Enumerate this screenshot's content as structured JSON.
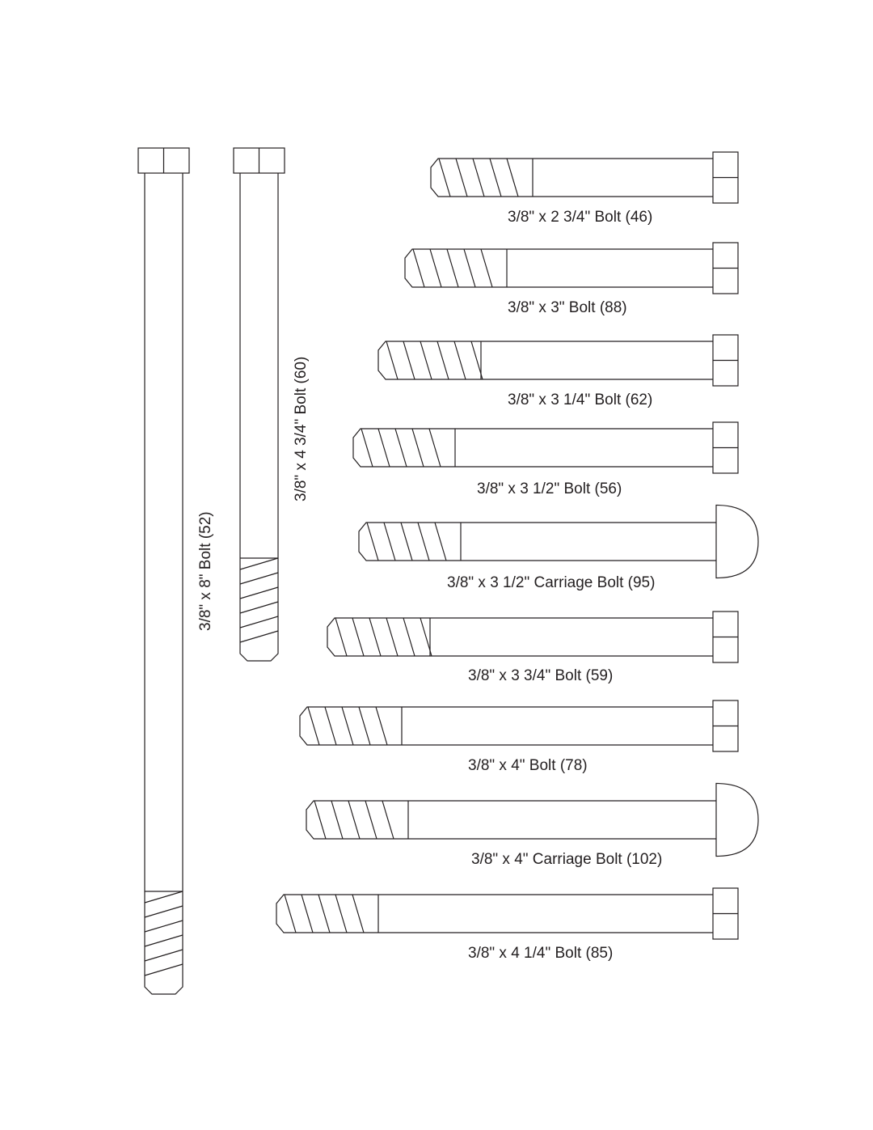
{
  "diagram": {
    "line_color": "#231f20",
    "background": "#ffffff",
    "bolts": [
      {
        "id": "bolt-46",
        "label": "3/8\" x 2 3/4\" Bolt (46)",
        "head": "hex",
        "orientation": "horizontal"
      },
      {
        "id": "bolt-88",
        "label": "3/8\" x 3\" Bolt (88)",
        "head": "hex",
        "orientation": "horizontal"
      },
      {
        "id": "bolt-62",
        "label": "3/8\" x 3 1/4\" Bolt (62)",
        "head": "hex",
        "orientation": "horizontal"
      },
      {
        "id": "bolt-56",
        "label": "3/8\" x 3 1/2\" Bolt (56)",
        "head": "hex",
        "orientation": "horizontal"
      },
      {
        "id": "bolt-95",
        "label": "3/8\" x 3 1/2\" Carriage Bolt (95)",
        "head": "carriage",
        "orientation": "horizontal"
      },
      {
        "id": "bolt-59",
        "label": "3/8\" x 3 3/4\" Bolt (59)",
        "head": "hex",
        "orientation": "horizontal"
      },
      {
        "id": "bolt-78",
        "label": "3/8\" x 4\" Bolt (78)",
        "head": "hex",
        "orientation": "horizontal"
      },
      {
        "id": "bolt-102",
        "label": "3/8\" x 4\" Carriage Bolt (102)",
        "head": "carriage",
        "orientation": "horizontal"
      },
      {
        "id": "bolt-85",
        "label": "3/8\" x 4 1/4\" Bolt (85)",
        "head": "hex",
        "orientation": "horizontal"
      },
      {
        "id": "bolt-60",
        "label": "3/8\" x 4 3/4\" Bolt (60)",
        "head": "hex",
        "orientation": "vertical"
      },
      {
        "id": "bolt-52",
        "label": "3/8\" x 8\" Bolt (52)",
        "head": "hex",
        "orientation": "vertical"
      }
    ]
  }
}
